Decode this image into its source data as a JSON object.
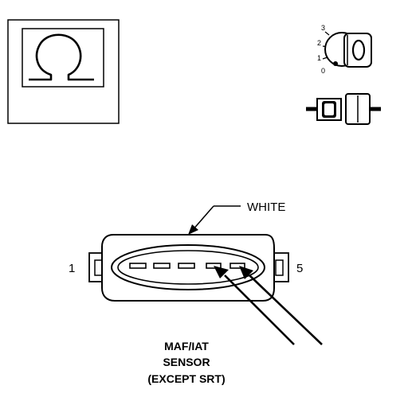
{
  "ignition": {
    "positions": [
      "3",
      "2",
      "1",
      "0"
    ],
    "key_symbol": "0"
  },
  "connector": {
    "color_label": "WHITE",
    "pin_first": "1",
    "pin_last": "5",
    "cavity_count": 5
  },
  "caption": {
    "line1": "MAF/IAT",
    "line2": "SENSOR",
    "line3": "(EXCEPT SRT)"
  },
  "symbols": [
    "ohmmeter-icon",
    "ignition-key-icon",
    "disconnected-connector-icon"
  ]
}
